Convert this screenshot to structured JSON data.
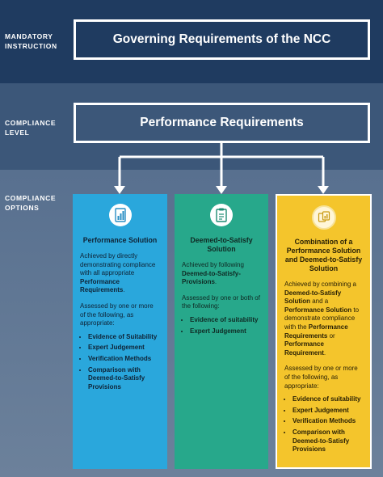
{
  "side_labels": {
    "mandatory": "MANDATORY INSTRUCTION",
    "level": "COMPLIANCE LEVEL",
    "options": "COMPLIANCE OPTIONS"
  },
  "boxes": {
    "governing": "Governing Requirements of the NCC",
    "performance": "Performance Requirements"
  },
  "columns": [
    {
      "icon": "chart-document-icon",
      "title": "Performance Solution",
      "intro_a": "Achieved by directly demonstrating compliance with all appropriate ",
      "intro_b": "Performance Requirements",
      "intro_c": ".",
      "assess": "Assessed by one or more of the following, as appropriate:",
      "items": [
        "Evidence of Suitability",
        "Expert Judgement",
        "Verification Methods",
        "Comparison with Deemed-to-Satisfy Provisions"
      ],
      "color": "#2aa7dc"
    },
    {
      "icon": "checklist-clipboard-icon",
      "title": "Deemed-to-Satisfy Solution",
      "intro_a": "Achieved by following ",
      "intro_b": "Deemed-to-Satisfy-Provisions",
      "intro_c": ".",
      "assess": "Assessed by one or both of the following:",
      "items": [
        "Evidence of suitability",
        "Expert Judgement"
      ],
      "color": "#27a88b"
    },
    {
      "icon": "combined-documents-icon",
      "title": "Combination of a Performance Solution and Deemed-to-Satisfy Solution",
      "intro_1": "Achieved by combining a ",
      "intro_2": "Deemed-to-Satisfy Solution",
      "intro_3": " and a ",
      "intro_4": "Performance Solution",
      "intro_5": " to demonstrate compliance with the ",
      "intro_6": "Performance Requirements",
      "intro_7": " or ",
      "intro_8": "Performance Requirement",
      "intro_9": ".",
      "assess": "Assessed by one or more of the following, as appropriate:",
      "items": [
        "Evidence of suitability",
        "Expert Judgement",
        "Verification Methods",
        "Comparison with Deemed-to-Satisfy Provisions"
      ],
      "color": "#f4c52c"
    }
  ]
}
